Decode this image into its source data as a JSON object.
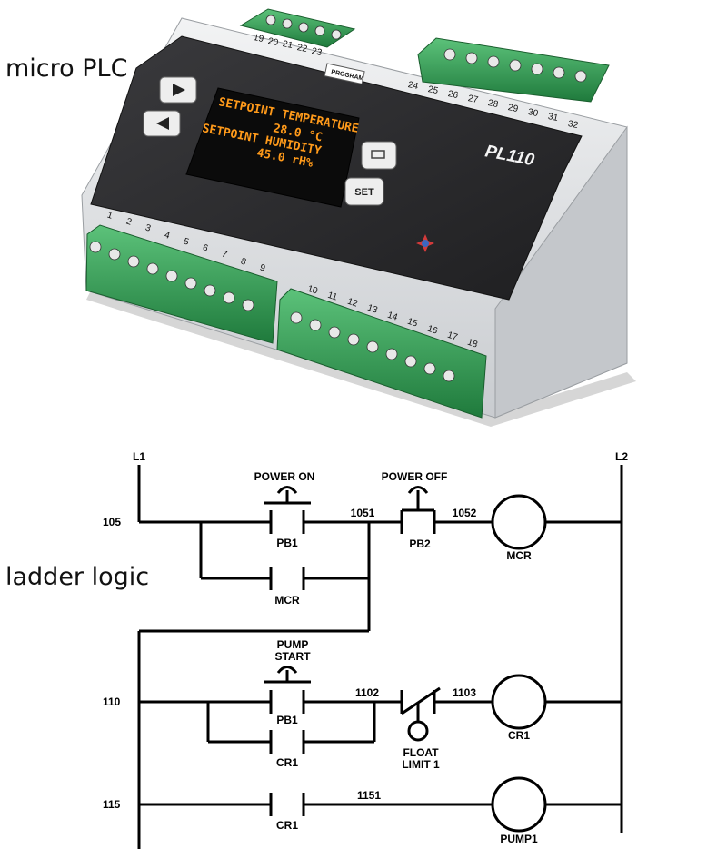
{
  "labels": {
    "top": "micro PLC",
    "middle": "ladder logic"
  },
  "plc": {
    "model": "PL110",
    "screen_line1": "SETPOINT TEMPERATURE",
    "screen_line2": "28.0 °C",
    "screen_line3": "SETPOINT HUMIDITY",
    "screen_line4": "45.0 rH%",
    "set_button": "SET",
    "program_label": "PROGRAM",
    "bottom_terminals": [
      "1",
      "2",
      "3",
      "4",
      "5",
      "6",
      "7",
      "8",
      "9"
    ],
    "bottom_terminals_right": [
      "10",
      "11",
      "12",
      "13",
      "14",
      "15",
      "16",
      "17",
      "18"
    ],
    "top_terminals": [
      "19",
      "20",
      "21",
      "22",
      "23"
    ],
    "right_terminals": [
      "24",
      "25",
      "26",
      "27",
      "28",
      "29",
      "30",
      "31",
      "32"
    ],
    "colors": {
      "body": "#e4e6e8",
      "panel": "#2b2b2d",
      "terminal": "#3aa85c",
      "screen_text": "#ff9a1a"
    }
  },
  "ladder": {
    "rail_left": "L1",
    "rail_right": "L2",
    "rungs": [
      {
        "number": "105",
        "elements": {
          "pb1_title": "POWER ON",
          "pb1": "PB1",
          "wire1": "1051",
          "pb2_title": "POWER OFF",
          "pb2": "PB2",
          "wire2": "1052",
          "coil": "MCR",
          "branch": "MCR"
        }
      },
      {
        "number": "110",
        "elements": {
          "pb1_title_1": "PUMP",
          "pb1_title_2": "START",
          "pb1": "PB1",
          "wire1": "1102",
          "wire2": "1103",
          "float_1": "FLOAT",
          "float_2": "LIMIT 1",
          "coil": "CR1",
          "branch": "CR1"
        }
      },
      {
        "number": "115",
        "elements": {
          "contact": "CR1",
          "wire1": "1151",
          "coil": "PUMP1"
        }
      }
    ]
  }
}
